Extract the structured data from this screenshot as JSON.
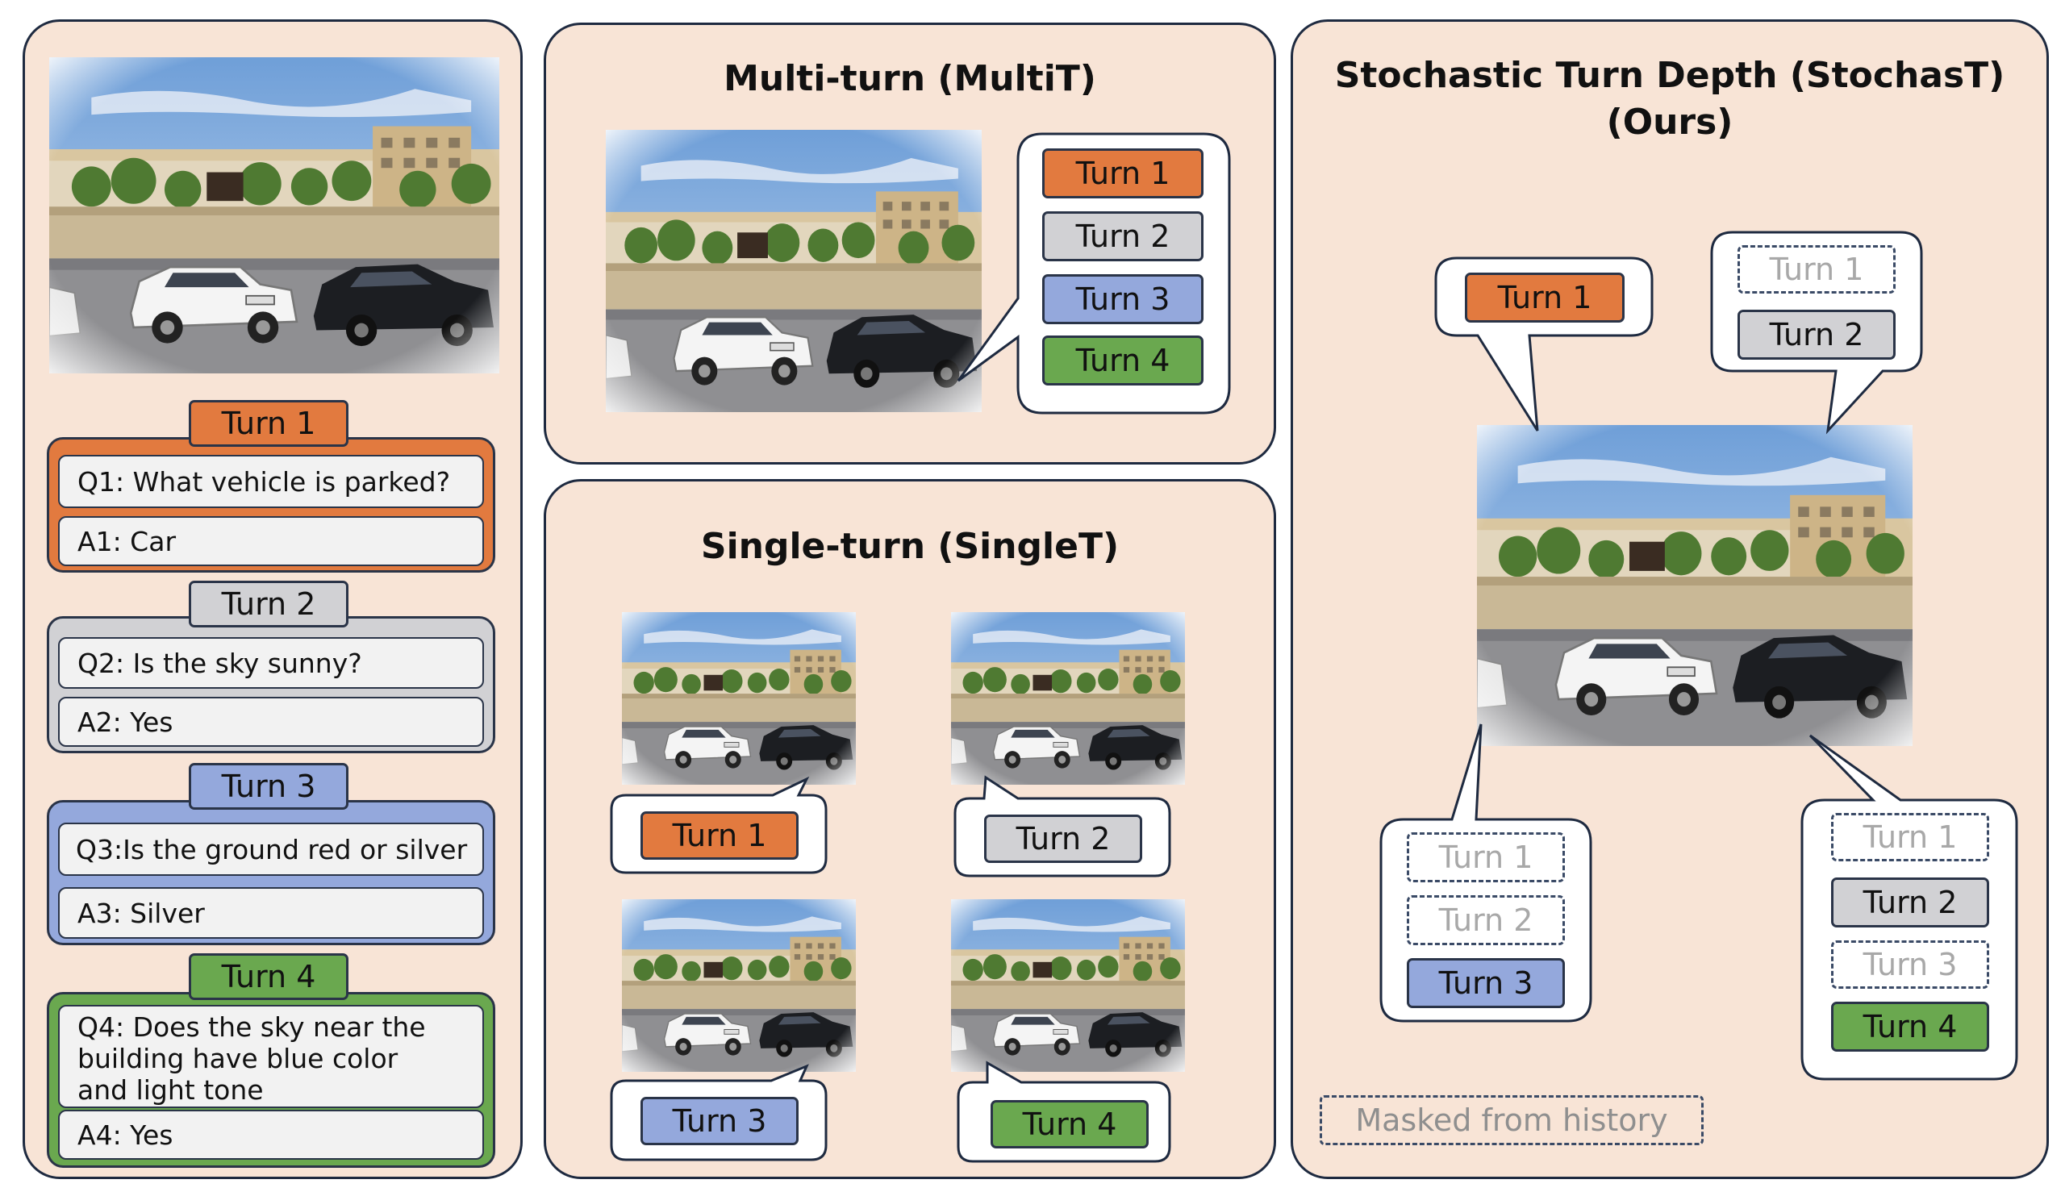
{
  "colors": {
    "panel_bg": "#f8e4d6",
    "panel_border": "#1e2a40",
    "turn1": "#e27a3f",
    "turn2": "#d1d1d4",
    "turn3": "#94a8dc",
    "turn4": "#6aa84f",
    "masked_text": "#a8a8a8"
  },
  "left_panel": {
    "image_icon": "parking-lot-photo",
    "turns": [
      {
        "label": "Turn 1",
        "question": "Q1: What vehicle is parked?",
        "answer": "A1: Car"
      },
      {
        "label": "Turn 2",
        "question": "Q2: Is the sky sunny?",
        "answer": "A2: Yes"
      },
      {
        "label": "Turn 3",
        "question": "Q3:Is the ground red or silver",
        "answer": "A3: Silver"
      },
      {
        "label": "Turn 4",
        "question": "Q4: Does the sky near the building have blue color and light tone",
        "answer": "A4: Yes"
      }
    ]
  },
  "multi_turn": {
    "title": "Multi-turn (MultiT)",
    "turns": [
      "Turn 1",
      "Turn 2",
      "Turn 3",
      "Turn 4"
    ]
  },
  "single_turn": {
    "title": "Single-turn (SingleT)",
    "turns": [
      "Turn 1",
      "Turn 2",
      "Turn 3",
      "Turn 4"
    ]
  },
  "stochastic": {
    "title_line1": "Stochastic Turn Depth (StochasT)",
    "title_line2": "(Ours)",
    "bubble_a": [
      "Turn 1"
    ],
    "bubble_b": [
      "Turn 1",
      "Turn 2"
    ],
    "bubble_c": [
      "Turn 1",
      "Turn 2",
      "Turn 3"
    ],
    "bubble_d": [
      "Turn 1",
      "Turn 2",
      "Turn 3",
      "Turn 4"
    ],
    "legend": "Masked from history"
  }
}
